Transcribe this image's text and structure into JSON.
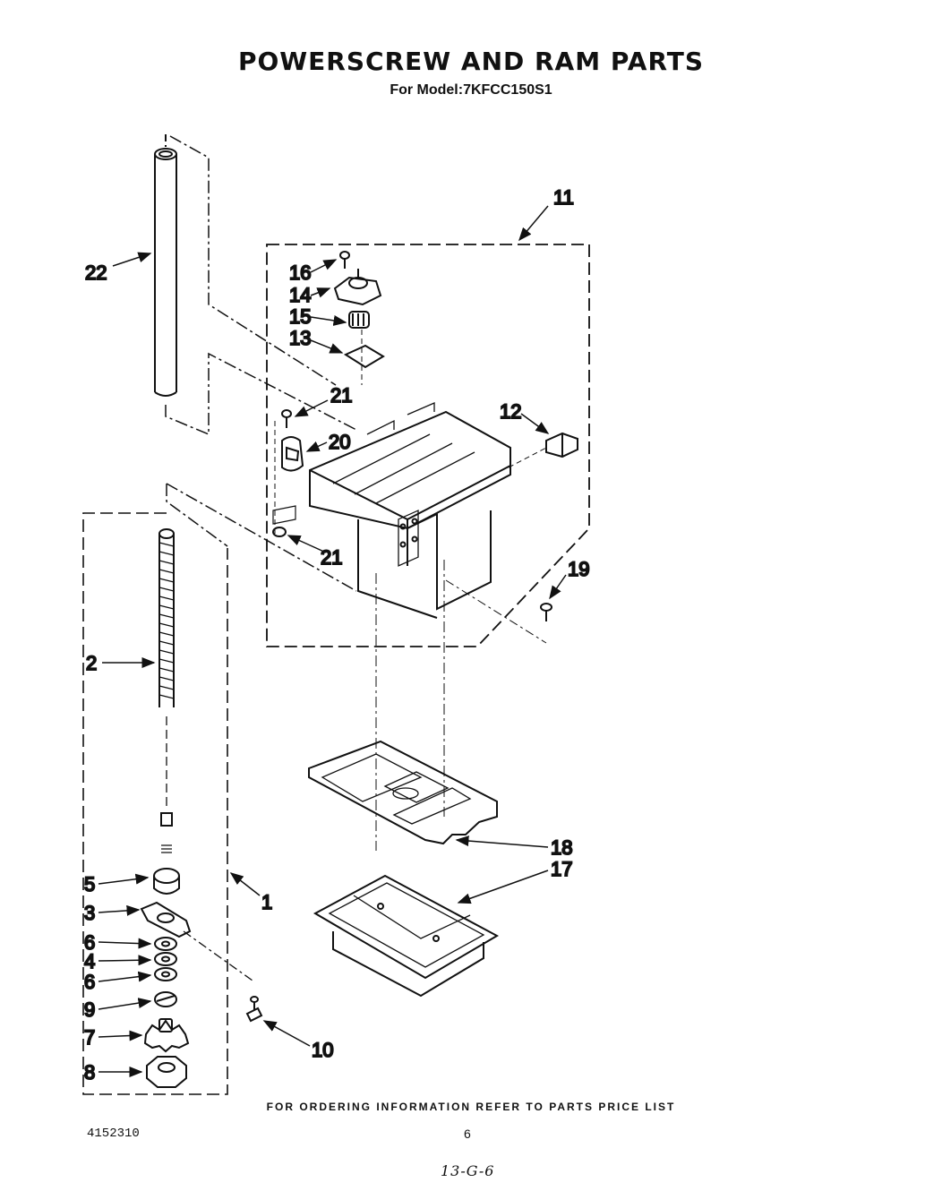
{
  "header": {
    "title": "POWERSCREW AND RAM PARTS",
    "subtitle": "For Model:7KFCC150S1"
  },
  "callouts": {
    "p1": "1",
    "p2": "2",
    "p3": "3",
    "p4": "4",
    "p5": "5",
    "p6a": "6",
    "p6b": "6",
    "p7": "7",
    "p8": "8",
    "p9": "9",
    "p10": "10",
    "p11": "11",
    "p12": "12",
    "p13": "13",
    "p14": "14",
    "p15": "15",
    "p16": "16",
    "p17": "17",
    "p18": "18",
    "p19": "19",
    "p20": "20",
    "p21a": "21",
    "p21b": "21",
    "p22": "22"
  },
  "footer": {
    "ordering_note": "FOR ORDERING INFORMATION REFER TO PARTS PRICE LIST",
    "doc_number": "4152310",
    "page_number": "6",
    "handwritten": "13-G-6"
  }
}
